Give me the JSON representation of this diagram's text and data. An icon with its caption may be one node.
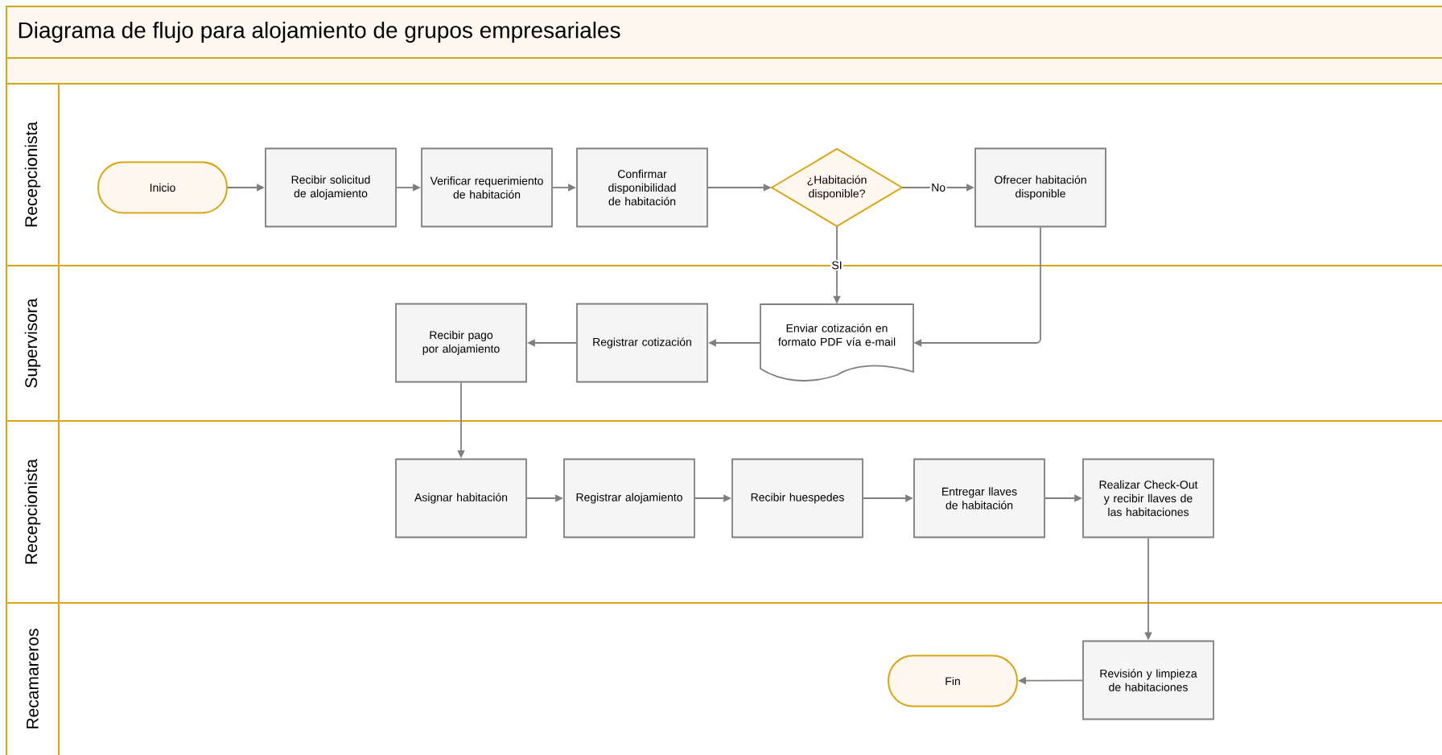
{
  "diagram": {
    "title": "Diagrama de flujo para alojamiento de grupos empresariales",
    "nodes": [
      {
        "text": [
          "Recepcionista"
        ]
      },
      {
        "text": [
          "Supervisora"
        ]
      },
      {
        "text": [
          "Recepcionista"
        ]
      },
      {
        "text": [
          "Recamareros"
        ]
      },
      {
        "text": [
          "Inicio"
        ],
        "in": 0
      },
      {
        "text": [
          "Recibir solicitud de alojamiento"
        ],
        "in": 0
      },
      {
        "text": [
          "Verificar requerimiento de habitación"
        ],
        "in": 0
      },
      {
        "text": [
          "Confirmar disponibilidad de habitación"
        ],
        "in": 0
      },
      {
        "text": [
          "¿Habitación disponible?"
        ],
        "in": 0
      },
      {
        "text": [
          "Ofrecer habitación disponible"
        ],
        "in": 0
      },
      {
        "text": [
          "Enviar cotización en formato PDF vía e-mail"
        ],
        "in": 1
      },
      {
        "text": [
          "Registrar cotización"
        ],
        "in": 1
      },
      {
        "text": [
          "Recibir pago por alojamiento"
        ],
        "in": 1
      },
      {
        "text": [
          "Asignar habitación"
        ],
        "in": 2
      },
      {
        "text": [
          "Registrar alojamiento"
        ],
        "in": 2
      },
      {
        "text": [
          "Recibir huespedes"
        ],
        "in": 2
      },
      {
        "text": [
          "Entregar llaves de habitación"
        ],
        "in": 2
      },
      {
        "text": [
          "Realizar Check-Out y recibir llaves de las habitaciones"
        ],
        "in": 2
      },
      {
        "text": [
          "Revisión y limpieza de habitaciones"
        ],
        "in": 3
      },
      {
        "text": [
          "Fin"
        ],
        "in": 3
      }
    ],
    "edges": [
      {
        "from": 4,
        "to": 5,
        "arrow": "to"
      },
      {
        "from": 5,
        "to": 6,
        "arrow": "to"
      },
      {
        "from": 6,
        "to": 7,
        "arrow": "to"
      },
      {
        "from": 7,
        "to": 8,
        "arrow": "to"
      },
      {
        "from": 8,
        "to": 9,
        "arrow": "to",
        "label": "No"
      },
      {
        "from": 8,
        "to": 10,
        "arrow": "to",
        "label": "SI"
      },
      {
        "from": 9,
        "to": 10,
        "arrow": "to"
      },
      {
        "from": 10,
        "to": 11,
        "arrow": "to"
      },
      {
        "from": 11,
        "to": 12,
        "arrow": "to"
      },
      {
        "from": 12,
        "to": 13,
        "arrow": "to"
      },
      {
        "from": 13,
        "to": 14,
        "arrow": "to"
      },
      {
        "from": 14,
        "to": 15,
        "arrow": "to"
      },
      {
        "from": 15,
        "to": 16,
        "arrow": "to"
      },
      {
        "from": 16,
        "to": 17,
        "arrow": "to"
      },
      {
        "from": 17,
        "to": 18,
        "arrow": "to"
      },
      {
        "from": 18,
        "to": 19,
        "arrow": "to"
      }
    ]
  }
}
